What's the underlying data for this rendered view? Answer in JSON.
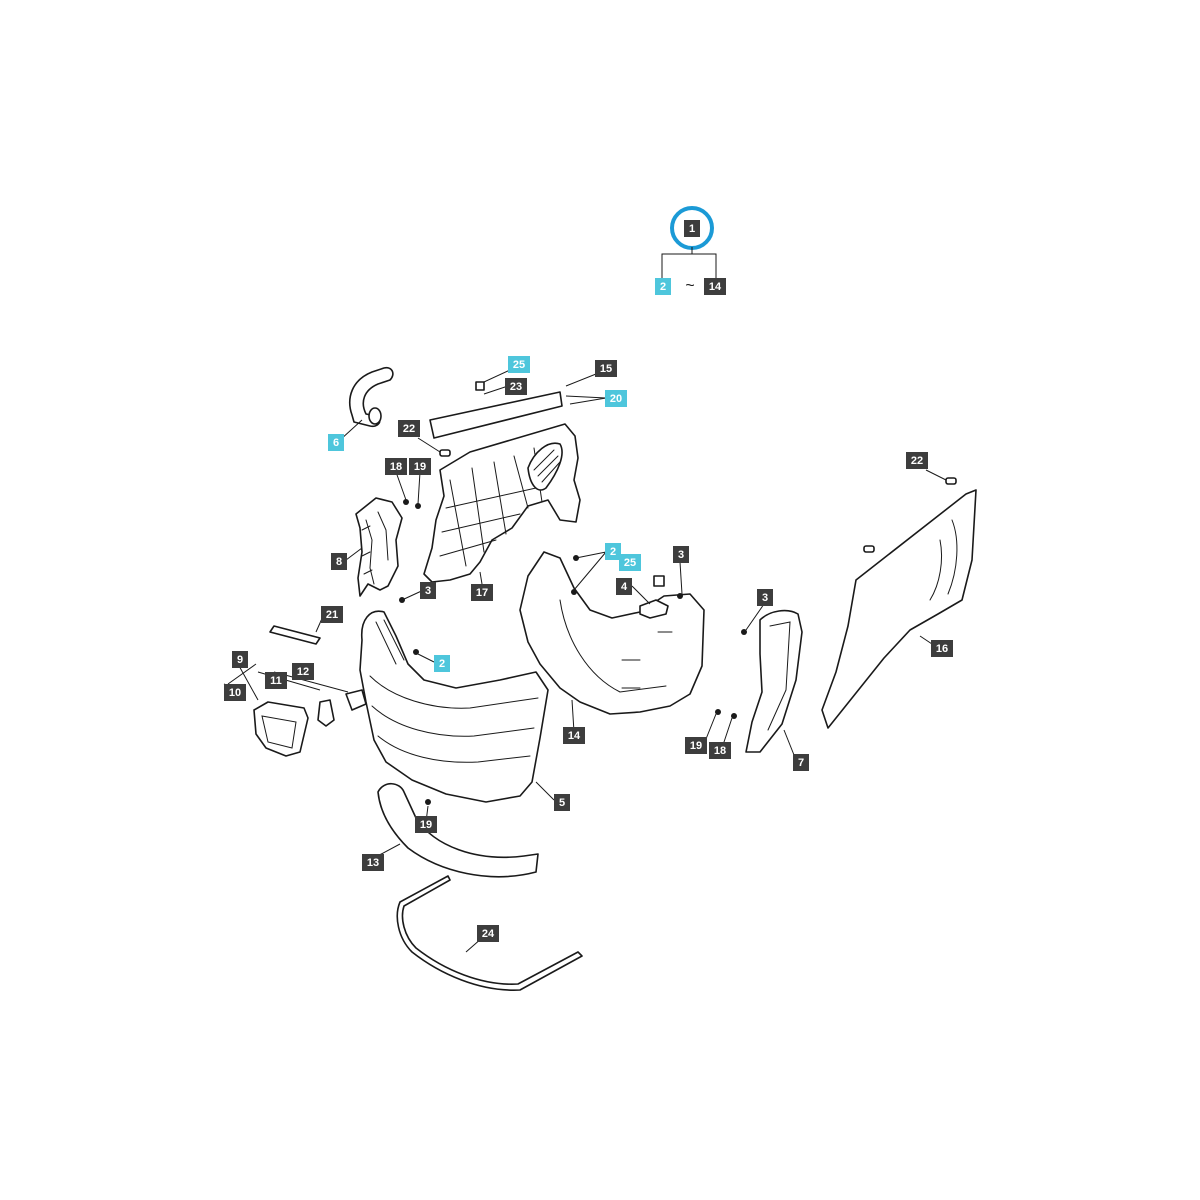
{
  "colors": {
    "callout_dark": "#3d3d3d",
    "callout_highlight": "#4ec6dc",
    "ring": "#1b9ad6",
    "line": "#1a1a1a"
  },
  "assembly_header": {
    "parent": "1",
    "range_start": "2",
    "range_separator": "~",
    "range_end": "14"
  },
  "callouts": {
    "c6": "6",
    "c8": "8",
    "c9": "9",
    "c10": "10",
    "c11": "11",
    "c12": "12",
    "c21": "21",
    "c13": "13",
    "c24": "24",
    "c19a": "19",
    "c18a": "18",
    "c19b": "19",
    "c22a": "22",
    "c25a": "25",
    "c23": "23",
    "c15": "15",
    "c20": "20",
    "c17": "17",
    "c3a": "3",
    "c2a": "2",
    "c5": "5",
    "c2b": "2",
    "c25b": "25",
    "c3b": "3",
    "c4": "4",
    "c14": "14",
    "c3c": "3",
    "c19c": "19",
    "c18b": "18",
    "c7": "7",
    "c22b": "22",
    "c16": "16"
  },
  "highlighted_callouts": [
    "6",
    "25",
    "20",
    "2"
  ]
}
